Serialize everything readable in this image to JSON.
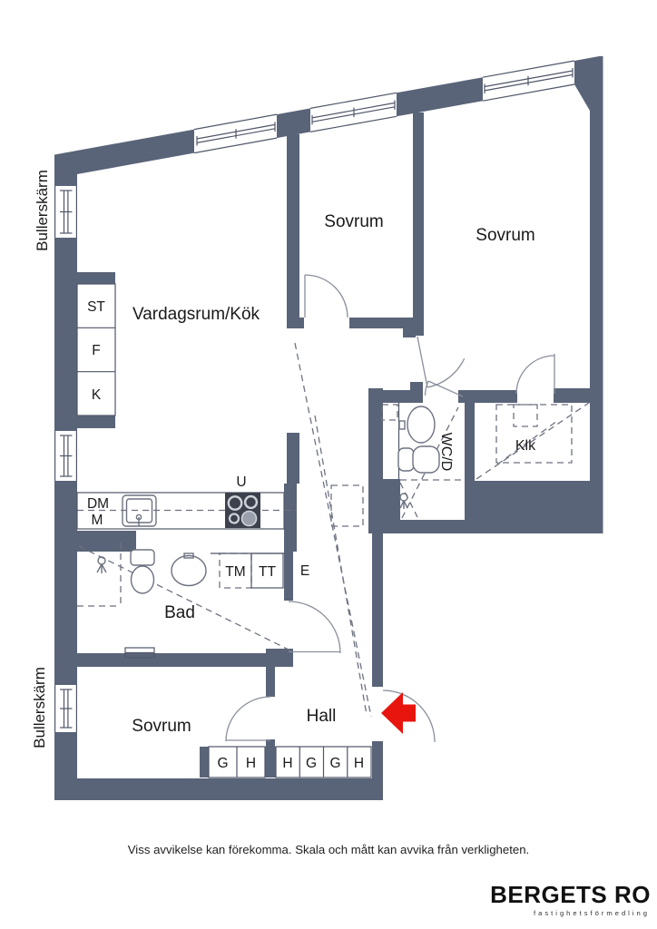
{
  "colors": {
    "wall": "#5a6478",
    "line": "#6d7280",
    "arrow_red": "#e8150f",
    "text": "#1a1a1a",
    "stove": "#3c414d"
  },
  "plan": {
    "noise_screen_top": "Bullerskärm",
    "noise_screen_bottom": "Bullerskärm",
    "living_kitchen": "Vardagsrum/Kök",
    "bedroom_top": "Sovrum",
    "bedroom_right": "Sovrum",
    "bedroom_bottom": "Sovrum",
    "bathroom": "Bad",
    "wc_shower": "WC/D",
    "walk_in_closet": "Klk",
    "hall": "Hall",
    "closet_st": "ST",
    "closet_f": "F",
    "closet_k": "K",
    "oven": "U",
    "dishwasher": "DM",
    "micro": "M",
    "washing_machine": "TM",
    "dryer": "TT",
    "electrical": "E",
    "wardrobe_left": [
      "G",
      "H"
    ],
    "wardrobe_right": [
      "H",
      "G",
      "G",
      "H"
    ]
  },
  "footer": {
    "disclaimer": "Viss avvikelse kan förekomma. Skala och mått kan avvika från verkligheten."
  },
  "brand": {
    "name": "BERGETS RO",
    "tagline": "fastighetsförmedling"
  }
}
